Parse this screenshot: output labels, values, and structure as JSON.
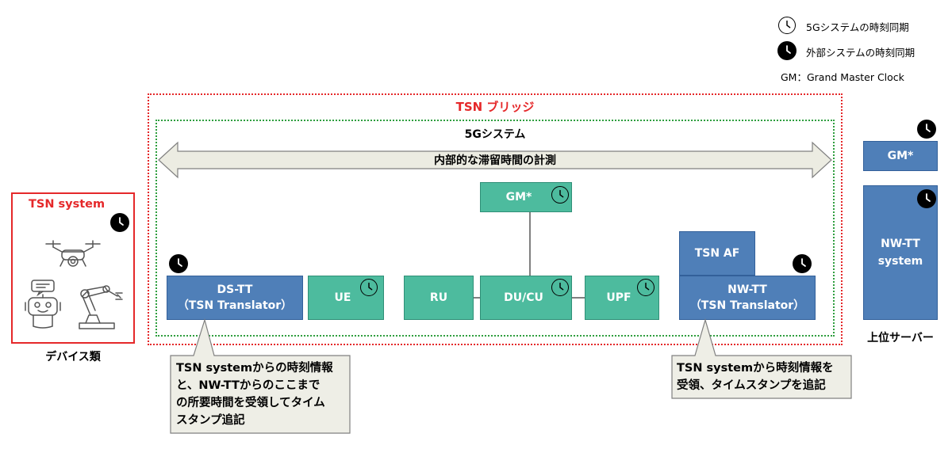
{
  "legend": {
    "items": [
      {
        "label": "5Gシステムの時刻同期",
        "icon": "clock-outline-icon"
      },
      {
        "label": "外部システムの時刻同期",
        "icon": "clock-filled-icon"
      }
    ],
    "gm_note": "GM：Grand Master Clock"
  },
  "tsn_bridge": {
    "label": "TSN ブリッジ"
  },
  "fiveg_system": {
    "label": "5Gシステム"
  },
  "residence_arrow": {
    "label": "内部的な滞留時間の計測"
  },
  "tsn_system_box": {
    "label": "TSN system",
    "caption": "デバイス類"
  },
  "nodes": {
    "ds_tt": {
      "line1": "DS-TT",
      "line2": "（TSN Translator）"
    },
    "ue": {
      "label": "UE"
    },
    "ru": {
      "label": "RU"
    },
    "du_cu": {
      "label": "DU/CU"
    },
    "upf": {
      "label": "UPF"
    },
    "gm_inner": {
      "label": "GM*"
    },
    "tsn_af": {
      "label": "TSN AF"
    },
    "nw_tt": {
      "line1": "NW-TT",
      "line2": "（TSN Translator）"
    },
    "gm_outer": {
      "label": "GM*"
    },
    "nw_tt_system": {
      "line1": "NW-TT",
      "line2": "system"
    }
  },
  "upper_server": {
    "caption": "上位サーバー"
  },
  "callouts": {
    "left": {
      "lines": [
        "TSN systemからの時刻情報",
        "と、NW-TTからのここまで",
        "の所要時間を受領してタイム",
        "スタンプ追記"
      ]
    },
    "right": {
      "lines": [
        "TSN systemから時刻情報を",
        "受領、タイムスタンプを追記"
      ]
    }
  },
  "colors": {
    "teal": "#4dbb9e",
    "blue": "#4f7fb8",
    "tsn_red": "#e5282a",
    "fiveg_green": "#2e9e3e",
    "arrow_fill": "#ecece2",
    "callout_fill": "#eeeee6"
  }
}
